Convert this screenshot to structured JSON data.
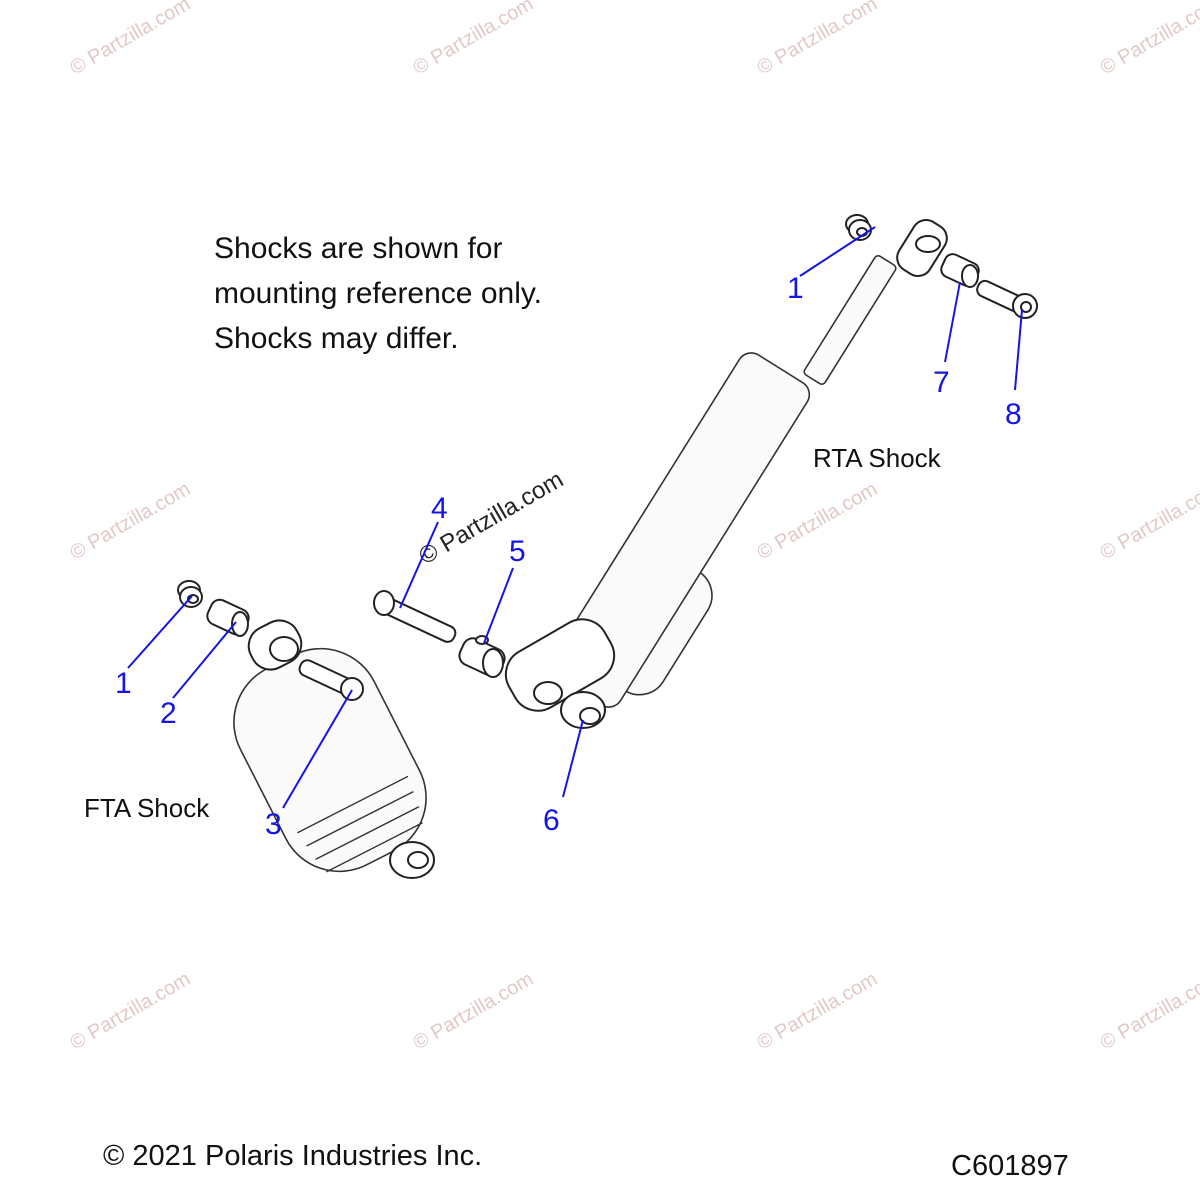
{
  "note": {
    "line1": "Shocks are shown for",
    "line2": "mounting reference only.",
    "line3": "Shocks may differ."
  },
  "labels": {
    "rta_shock": "RTA Shock",
    "fta_shock": "FTA Shock"
  },
  "callouts": {
    "rta_1": "1",
    "rta_7": "7",
    "rta_8": "8",
    "c4": "4",
    "c5": "5",
    "c6": "6",
    "fta_1": "1",
    "fta_2": "2",
    "fta_3": "3"
  },
  "watermark": {
    "text": "© Partzilla.com"
  },
  "footer": {
    "copyright": "© 2021 Polaris Industries Inc.",
    "diagram_code": "C601897"
  },
  "colors": {
    "callout": "#1414e6",
    "watermark": "#e2c9c9",
    "line_art": "#222222"
  }
}
